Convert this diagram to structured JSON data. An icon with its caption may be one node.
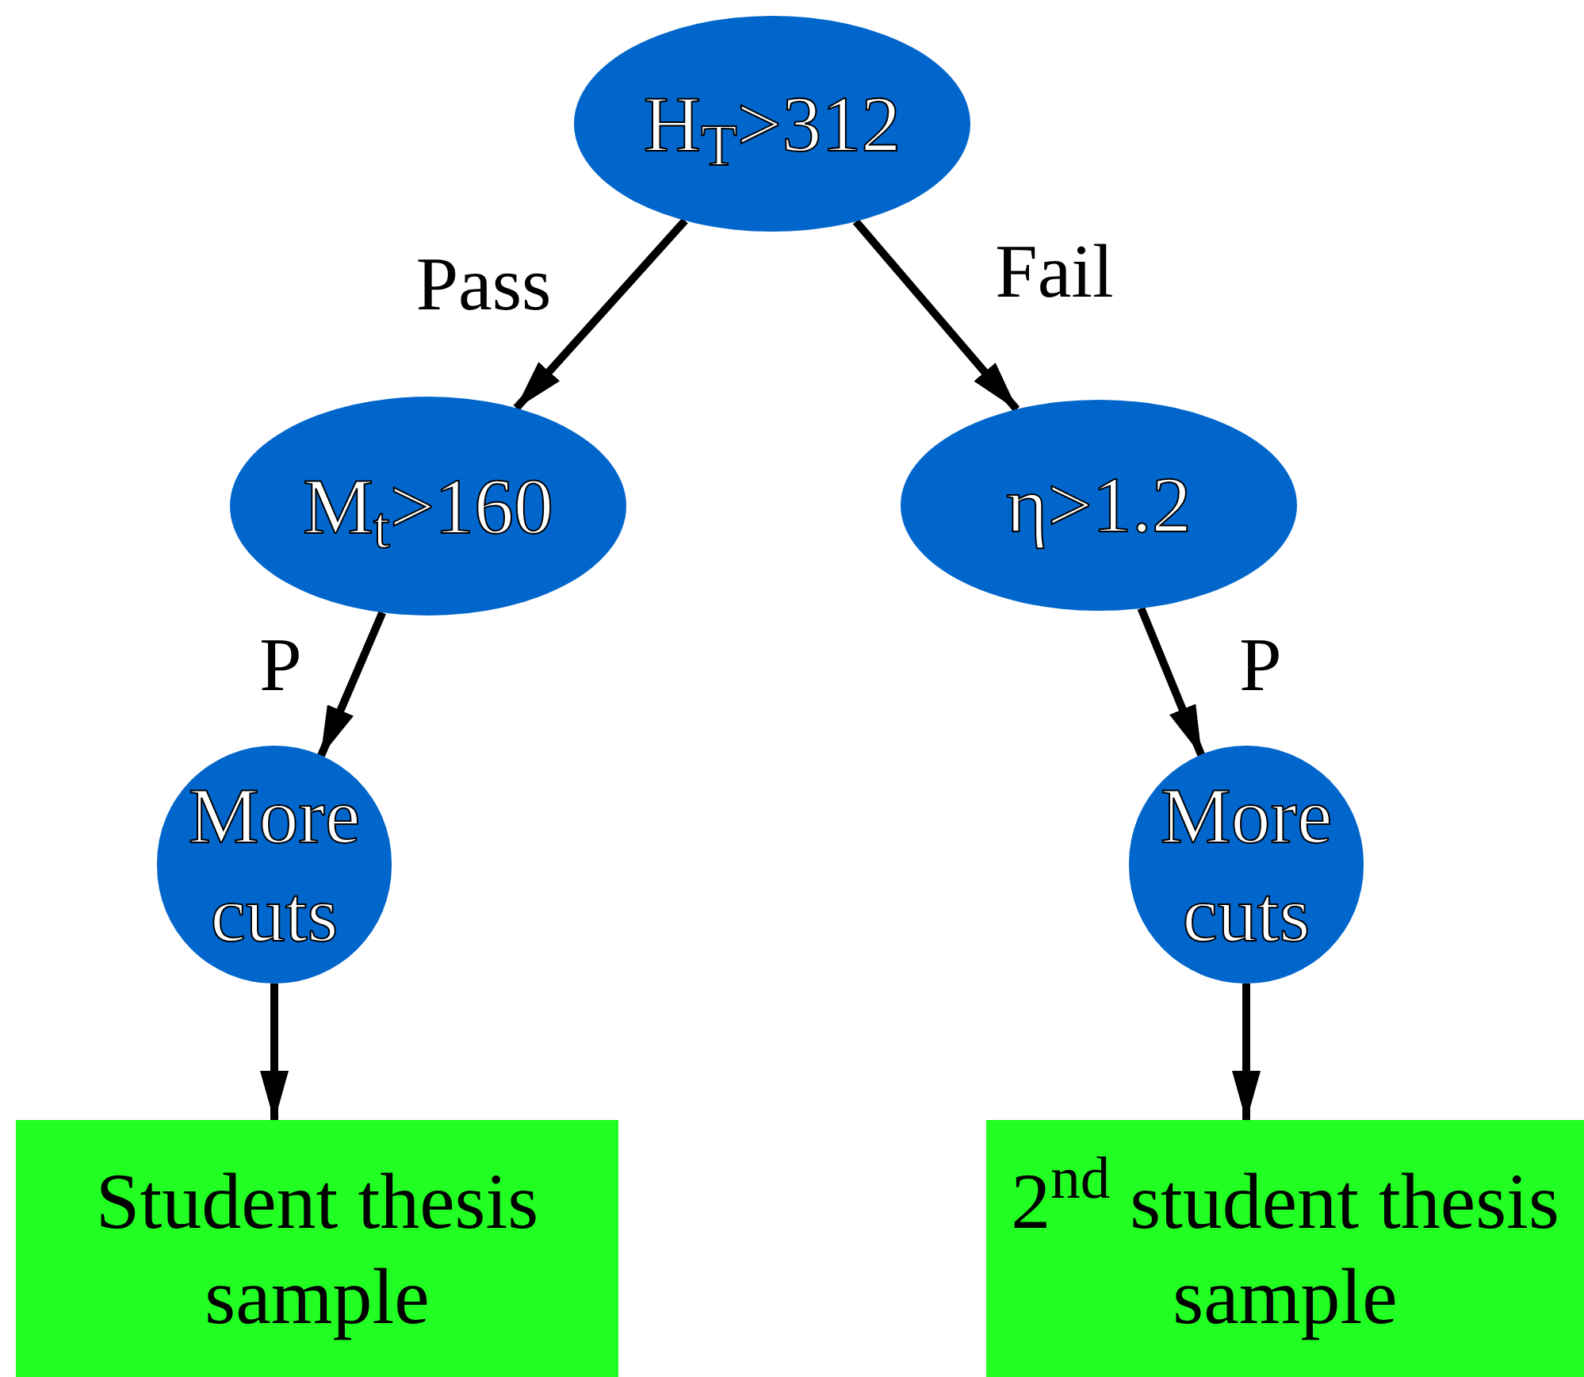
{
  "diagram": {
    "nodes": [
      {
        "text": [
          "H$_{T}$>312"
        ]
      },
      {
        "text": [
          "M$_{t}$>160"
        ]
      },
      {
        "text": [
          "η>1.2"
        ]
      },
      {
        "text": [
          "More cuts"
        ]
      },
      {
        "text": [
          "More cuts"
        ]
      },
      {
        "text": [
          "Student thesis sample"
        ]
      },
      {
        "text": [
          "2$^{nd}$ student thesis sample"
        ]
      }
    ],
    "edges": [
      {
        "from": 0,
        "to": 1,
        "arrow": "to",
        "label": "Pass"
      },
      {
        "from": 0,
        "to": 2,
        "arrow": "to",
        "label": "Fail"
      },
      {
        "from": 1,
        "to": 3,
        "arrow": "to",
        "label": "P"
      },
      {
        "from": 2,
        "to": 4,
        "arrow": "to",
        "label": "P"
      },
      {
        "from": 3,
        "to": 5,
        "arrow": "to"
      },
      {
        "from": 4,
        "to": 6,
        "arrow": "to"
      }
    ]
  }
}
